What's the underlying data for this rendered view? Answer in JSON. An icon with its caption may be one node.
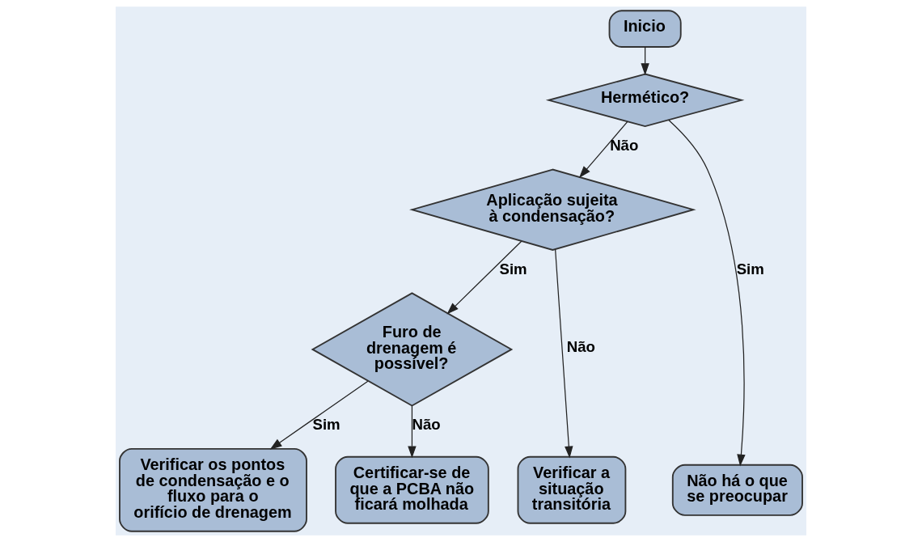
{
  "diagram": {
    "nodes": [
      {
        "text": [
          "Inicio"
        ]
      },
      {
        "text": [
          "Hermético?"
        ]
      },
      {
        "text": [
          "Aplicação sujeita à condensação?"
        ]
      },
      {
        "text": [
          "Furo de drenagem é possível?"
        ]
      },
      {
        "text": [
          "Não há o que se preocupar"
        ]
      },
      {
        "text": [
          "Verificar a situação transitória"
        ]
      },
      {
        "text": [
          "Verificar os pontos de condensação e o fluxo para o orifício de drenagem"
        ]
      },
      {
        "text": [
          "Certificar-se de que a PCBA não ficará molhada"
        ]
      }
    ],
    "edges": [
      {
        "from": 0,
        "to": 1,
        "arrow": "to"
      },
      {
        "from": 1,
        "to": 2,
        "arrow": "to",
        "label": "Não"
      },
      {
        "from": 1,
        "to": 4,
        "arrow": "to",
        "label": "Sim"
      },
      {
        "from": 2,
        "to": 3,
        "arrow": "to",
        "label": "Sim"
      },
      {
        "from": 2,
        "to": 5,
        "arrow": "to",
        "label": "Não"
      },
      {
        "from": 3,
        "to": 6,
        "arrow": "to",
        "label": "Sim"
      },
      {
        "from": 3,
        "to": 7,
        "arrow": "to",
        "label": "Não"
      }
    ]
  }
}
